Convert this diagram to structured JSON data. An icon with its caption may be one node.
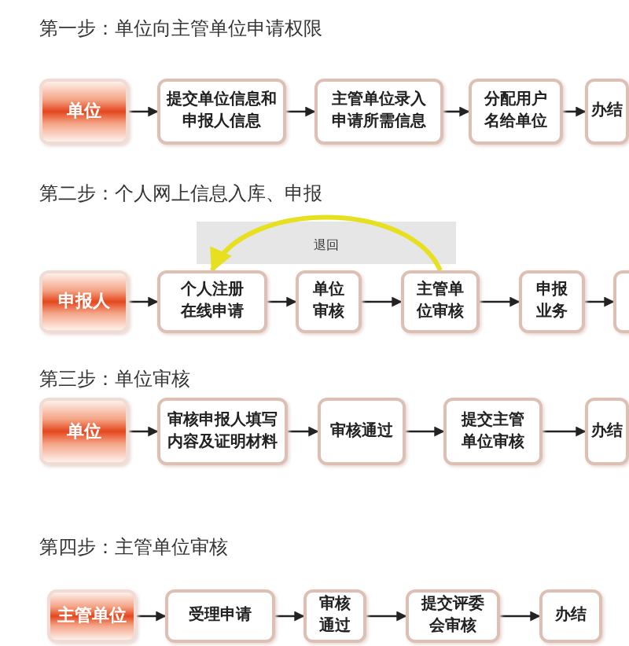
{
  "diagram": {
    "nodes": [
      {
        "text": [
          "单位"
        ]
      },
      {
        "text": [
          "提交单位信息和申报人信息"
        ]
      },
      {
        "text": [
          "主管单位录入申请所需信息"
        ]
      },
      {
        "text": [
          "分配用户名给单位"
        ]
      },
      {
        "text": [
          "办结"
        ]
      },
      {
        "text": [
          "申报人"
        ]
      },
      {
        "text": [
          "个人注册在线申请"
        ]
      },
      {
        "text": [
          "单位审核"
        ]
      },
      {
        "text": [
          "主管单位审核"
        ]
      },
      {
        "text": [
          "申报业务"
        ]
      },
      {
        "text": [],
        "shape": "box"
      },
      {
        "text": [
          "单位"
        ]
      },
      {
        "text": [
          "审核申报人填写内容及证明材料"
        ]
      },
      {
        "text": [
          "审核通过"
        ]
      },
      {
        "text": [
          "提交主管单位审核"
        ]
      },
      {
        "text": [
          "办结"
        ]
      },
      {
        "text": [
          "主管单位"
        ]
      },
      {
        "text": [
          "受理申请"
        ]
      },
      {
        "text": [
          "审核通过"
        ]
      },
      {
        "text": [
          "提交评委会审核"
        ]
      },
      {
        "text": [
          "办结"
        ]
      }
    ],
    "edges": [
      {
        "from": 0,
        "to": 1,
        "arrow": "to"
      },
      {
        "from": 1,
        "to": 2,
        "arrow": "to"
      },
      {
        "from": 2,
        "to": 3,
        "arrow": "to"
      },
      {
        "from": 3,
        "to": 4,
        "arrow": "to"
      },
      {
        "from": 5,
        "to": 6,
        "arrow": "to"
      },
      {
        "from": 6,
        "to": 7,
        "arrow": "to"
      },
      {
        "from": 7,
        "to": 8,
        "arrow": "to"
      },
      {
        "from": 8,
        "to": 9,
        "arrow": "to"
      },
      {
        "from": 9,
        "to": 10,
        "arrow": "to"
      },
      {
        "from": 8,
        "to": 6,
        "arrow": "to",
        "label": "退回",
        "style": "thick",
        "color": "#e6e020"
      },
      {
        "from": 11,
        "to": 12,
        "arrow": "to"
      },
      {
        "from": 12,
        "to": 13,
        "arrow": "to"
      },
      {
        "from": 13,
        "to": 14,
        "arrow": "to"
      },
      {
        "from": 14,
        "to": 15,
        "arrow": "to"
      },
      {
        "from": 16,
        "to": 17,
        "arrow": "to"
      },
      {
        "from": 17,
        "to": 18,
        "arrow": "to"
      },
      {
        "from": 18,
        "to": 19,
        "arrow": "to"
      },
      {
        "from": 19,
        "to": 20,
        "arrow": "to"
      }
    ],
    "labels": [
      "第一步：单位向主管单位申请权限",
      "第二步：个人网上信息入库、申报",
      "第三步：单位审核",
      "第四步：主管单位审核"
    ]
  }
}
